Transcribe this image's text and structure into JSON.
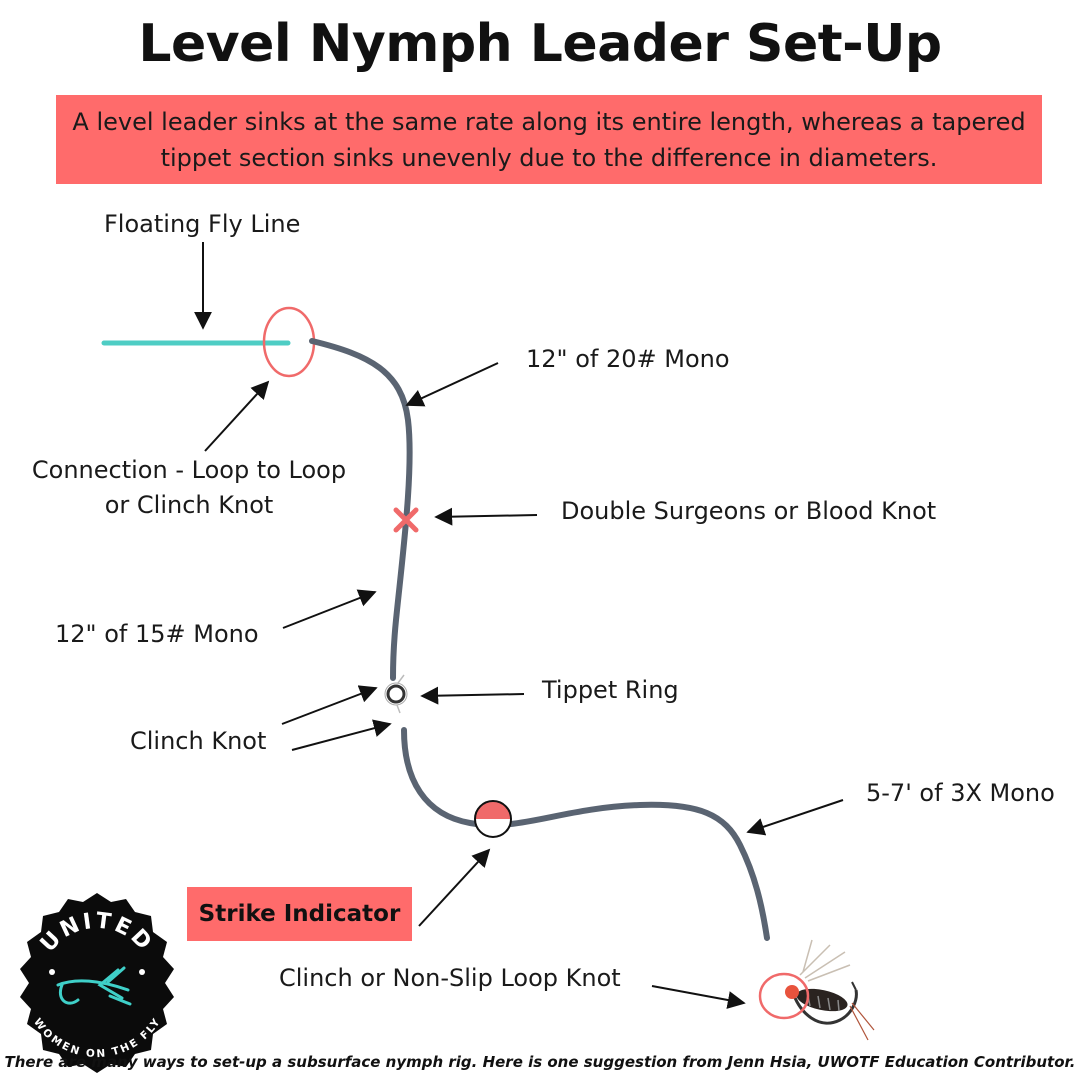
{
  "title": "Level Nymph Leader Set-Up",
  "banner": {
    "text": "A level leader sinks at the same rate along its entire length, whereas a tapered tippet section sinks unevenly due to the difference in diameters."
  },
  "labels": {
    "floating_fly_line": "Floating Fly Line",
    "mono_20": "12\" of 20# Mono",
    "connection_line1": "Connection - Loop to Loop",
    "connection_line2": "or Clinch Knot",
    "double_surgeons": "Double Surgeons or Blood Knot",
    "mono_15": "12\" of 15# Mono",
    "tippet_ring": "Tippet Ring",
    "clinch_knot": "Clinch Knot",
    "mono_3x": "5-7' of 3X Mono",
    "strike_indicator": "Strike Indicator",
    "clinch_nonslip": "Clinch or Non-Slip Loop Knot"
  },
  "logo": {
    "top_text": "UNITED",
    "bottom_text": "WOMEN ON THE FLY"
  },
  "footer": "There are many ways to set-up a subsurface nymph rig.  Here is one suggestion from Jenn Hsia, UWOTF Education Contributor.",
  "colors": {
    "accent_red": "#ff6b6b",
    "fly_line": "#4ecdc4",
    "leader": "#5a6472",
    "logo_teal": "#3fd0c9"
  }
}
